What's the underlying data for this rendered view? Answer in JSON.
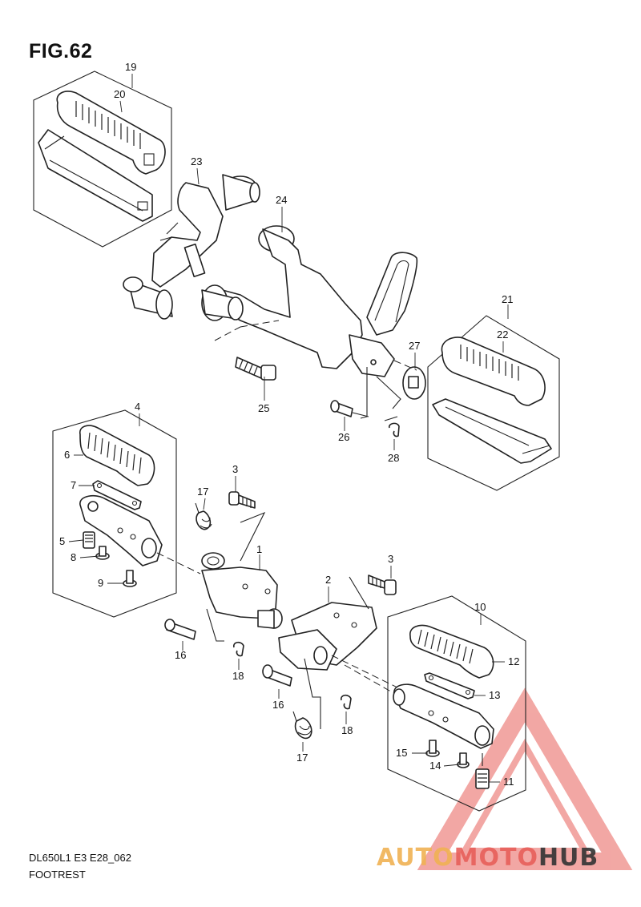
{
  "figure": {
    "title": "FIG.62"
  },
  "footer": {
    "model_code": "DL650L1 E3 E28_062",
    "section_name": "FOOTREST"
  },
  "watermark": {
    "segments": [
      "AUTO",
      "MOTO",
      "HUB"
    ],
    "colors": [
      "#f0b254",
      "#e8605a",
      "#333333"
    ],
    "triangle_color": "#e8605a"
  },
  "callouts": [
    "19",
    "20",
    "23",
    "24",
    "21",
    "22",
    "27",
    "25",
    "26",
    "28",
    "4",
    "6",
    "7",
    "5",
    "8",
    "9",
    "3",
    "17",
    "1",
    "16",
    "18",
    "2",
    "3",
    "10",
    "12",
    "13",
    "16",
    "18",
    "17",
    "15",
    "14",
    "11"
  ]
}
